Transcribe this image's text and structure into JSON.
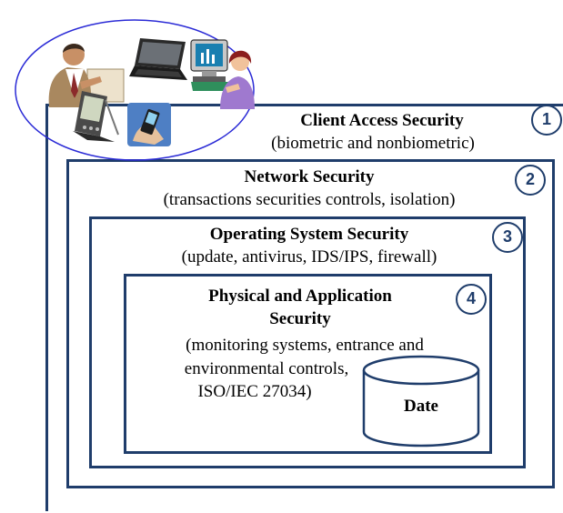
{
  "layers": [
    {
      "number": "1",
      "title": "Client Access Security",
      "subtitle": "(biometric and nonbiometric)"
    },
    {
      "number": "2",
      "title": "Network Security",
      "subtitle": "(transactions securities controls, isolation)"
    },
    {
      "number": "3",
      "title": "Operating System Security",
      "subtitle": "(update, antivirus, IDS/IPS, firewall)"
    },
    {
      "number": "4",
      "title_line1": "Physical and Application",
      "title_line2": "Security",
      "subtitle_line1": "(monitoring systems, entrance and",
      "subtitle_line2": "environmental controls,",
      "subtitle_line3": "ISO/IEC 27034)"
    }
  ],
  "database": {
    "label": "Date"
  },
  "icons": [
    "businessman-at-desk-icon",
    "laptop-icon",
    "woman-at-computer-icon",
    "pda-icon",
    "mobile-phone-icon"
  ],
  "colors": {
    "border": "#1f3d6b",
    "ellipse": "#2b2bd6"
  }
}
